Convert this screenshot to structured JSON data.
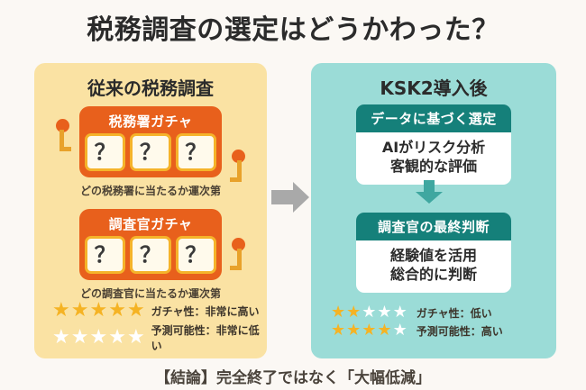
{
  "title": "税務調査の選定はどうかわった？",
  "background_color": "#FBF8F4",
  "left_panel": {
    "bg_color": "#FAE2A3",
    "heading": "従来の税務調査",
    "gacha_machines": [
      {
        "title": "税務署ガチャ",
        "slots": [
          "？",
          "？",
          "？"
        ],
        "caption": "どの税務署に当たるか運次第",
        "body_color": "#E8601C",
        "slot_border_color": "#F5B32A"
      },
      {
        "title": "調査官ガチャ",
        "slots": [
          "？",
          "？",
          "？"
        ],
        "caption": "どの調査官に当たるか運次第",
        "body_color": "#E8601C",
        "slot_border_color": "#F5B32A"
      }
    ],
    "ratings": [
      {
        "label": "ガチャ性：非常に高い",
        "filled": 5,
        "total": 5
      },
      {
        "label": "予測可能性：非常に低い",
        "filled": 0,
        "total": 5
      }
    ]
  },
  "right_panel": {
    "bg_color": "#9BDCD7",
    "heading": "KSK2導入後",
    "cards": [
      {
        "header": "データに基づく選定",
        "line1": "AIがリスク分析",
        "line2": "客観的な評価",
        "header_color": "#15807A"
      },
      {
        "header": "調査官の最終判断",
        "line1": "経験値を活用",
        "line2": "総合的に判断",
        "header_color": "#15807A"
      }
    ],
    "ratings": [
      {
        "label": "ガチャ性：低い",
        "filled": 2,
        "total": 5
      },
      {
        "label": "予測可能性：高い",
        "filled": 4,
        "total": 5
      }
    ]
  },
  "middle_arrow": {
    "direction": "right",
    "color": "#A9A9A9"
  },
  "flow_arrow": {
    "direction": "down",
    "color": "#3FA7A0"
  },
  "star_colors": {
    "filled": "#F5B324",
    "empty": "#FFFFFF"
  },
  "conclusion": "【結論】完全終了ではなく「大幅低減」"
}
